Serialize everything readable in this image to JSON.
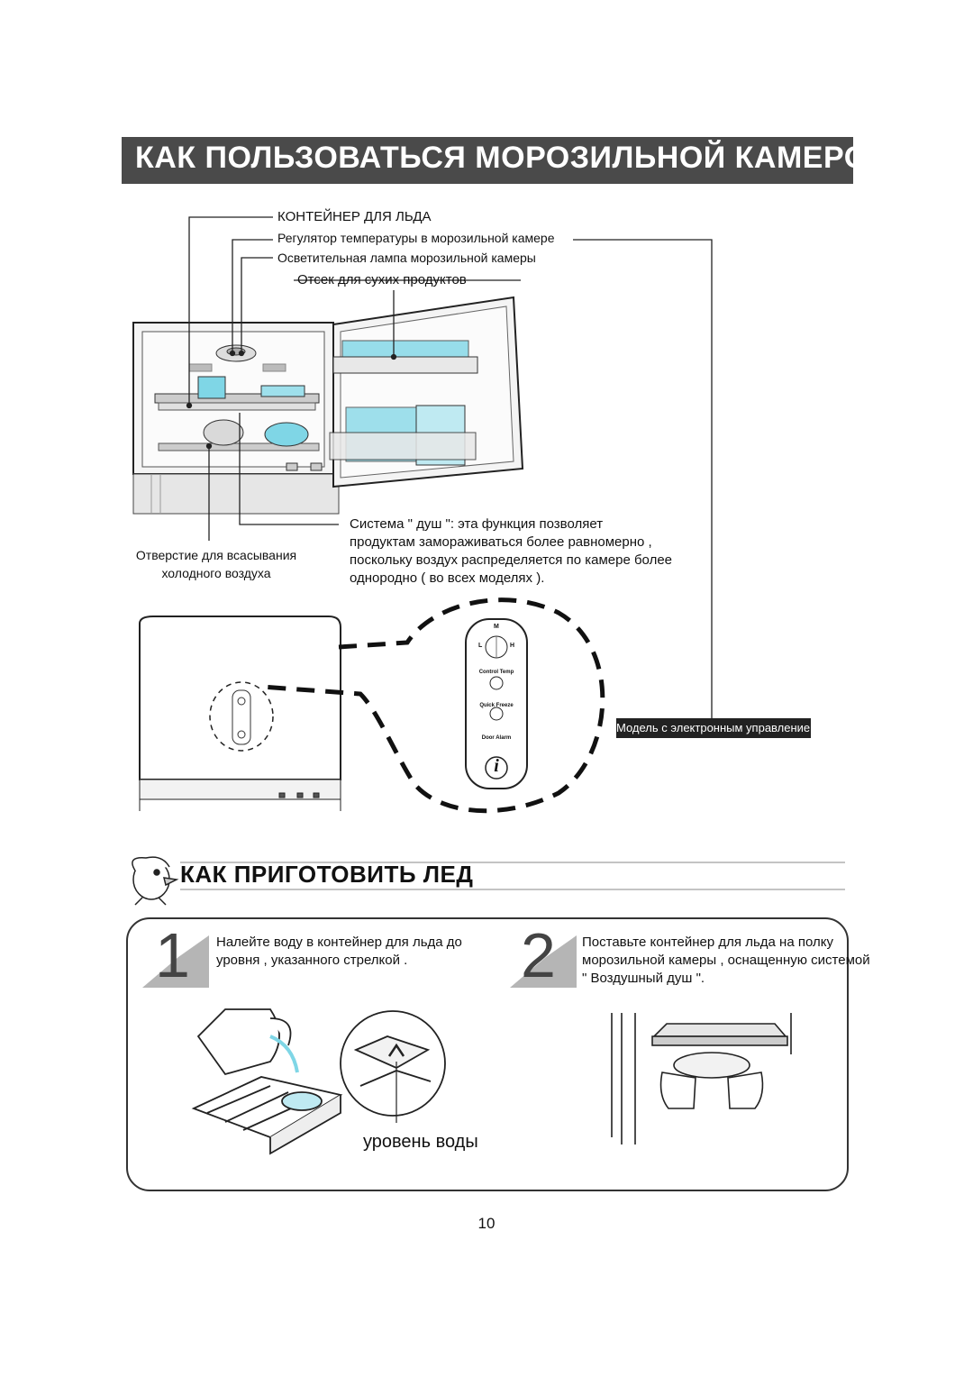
{
  "page_title": "КАК ПОЛЬЗОВАТЬСЯ МОРОЗИЛЬНОЙ КАМЕРОЙ",
  "callouts": {
    "ice_container": "КОНТЕЙНЕР ДЛЯ ЛЬДА",
    "temp_regulator": "Регулятор температуры в морозильной камере",
    "freezer_lamp": "Осветительная лампа морозильной камеры",
    "dry_goods": "Отсек для сухих продуктов",
    "air_shower_lines": [
      "Система \" душ \": эта функция позволяет",
      "продуктам замораживаться более равномерно ,",
      "поскольку воздух распределяется по камере более",
      "однородно ( во всех моделях )."
    ],
    "cold_air_lines": [
      "Отверстие для всасывания",
      "холодного воздуха"
    ],
    "model_badge": "Модель с электронным управлением"
  },
  "control_panel": {
    "dial_top": "M",
    "dial_left": "L",
    "dial_right": "H",
    "control_temp": "Control Temp",
    "quick_freeze": "Quick Freeze",
    "door_alarm": "Door Alarm",
    "info_icon": "i"
  },
  "section": {
    "title": "КАК ПРИГОТОВИТЬ ЛЕД",
    "icon": "penguin-mascot-icon"
  },
  "steps": [
    {
      "number": "1",
      "lines": [
        "Налейте воду в контейнер для льда до",
        "уровня , указанного стрелкой ."
      ]
    },
    {
      "number": "2",
      "lines": [
        "Поставьте контейнер для льда на полку",
        "морозильной камеры , оснащенную системой",
        "\" Воздушный душ \"."
      ]
    }
  ],
  "water_level_label": "уровень воды",
  "page_number": "10",
  "colors": {
    "title_bar": "#4a4a4a",
    "ice_blue": "#7fd6e6",
    "dark": "#222222"
  }
}
